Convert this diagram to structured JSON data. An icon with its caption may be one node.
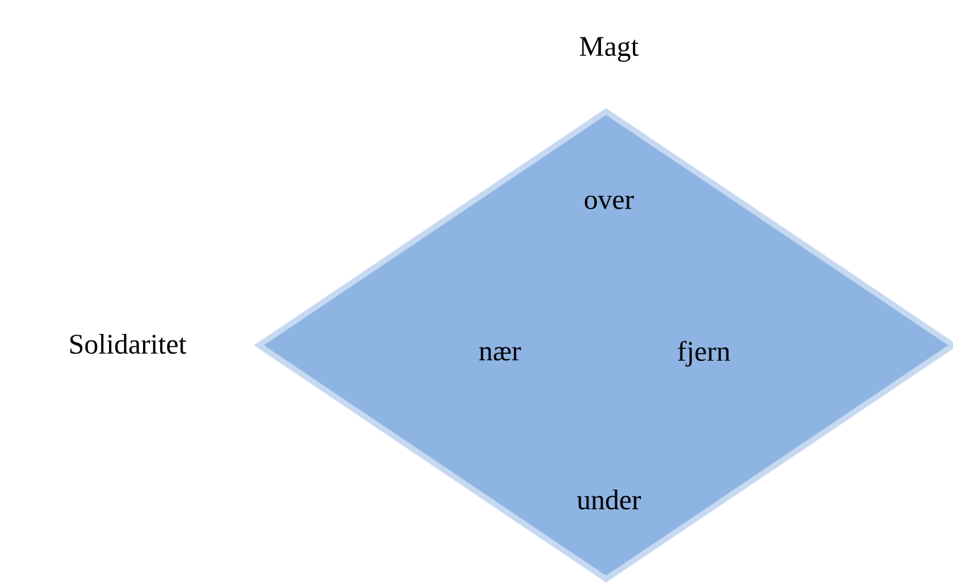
{
  "diagram": {
    "nodes": [
      {
        "text": [
          "over",
          "nær",
          "fjern",
          "under"
        ]
      }
    ],
    "labels": [
      "Magt",
      "Solidaritet"
    ]
  }
}
